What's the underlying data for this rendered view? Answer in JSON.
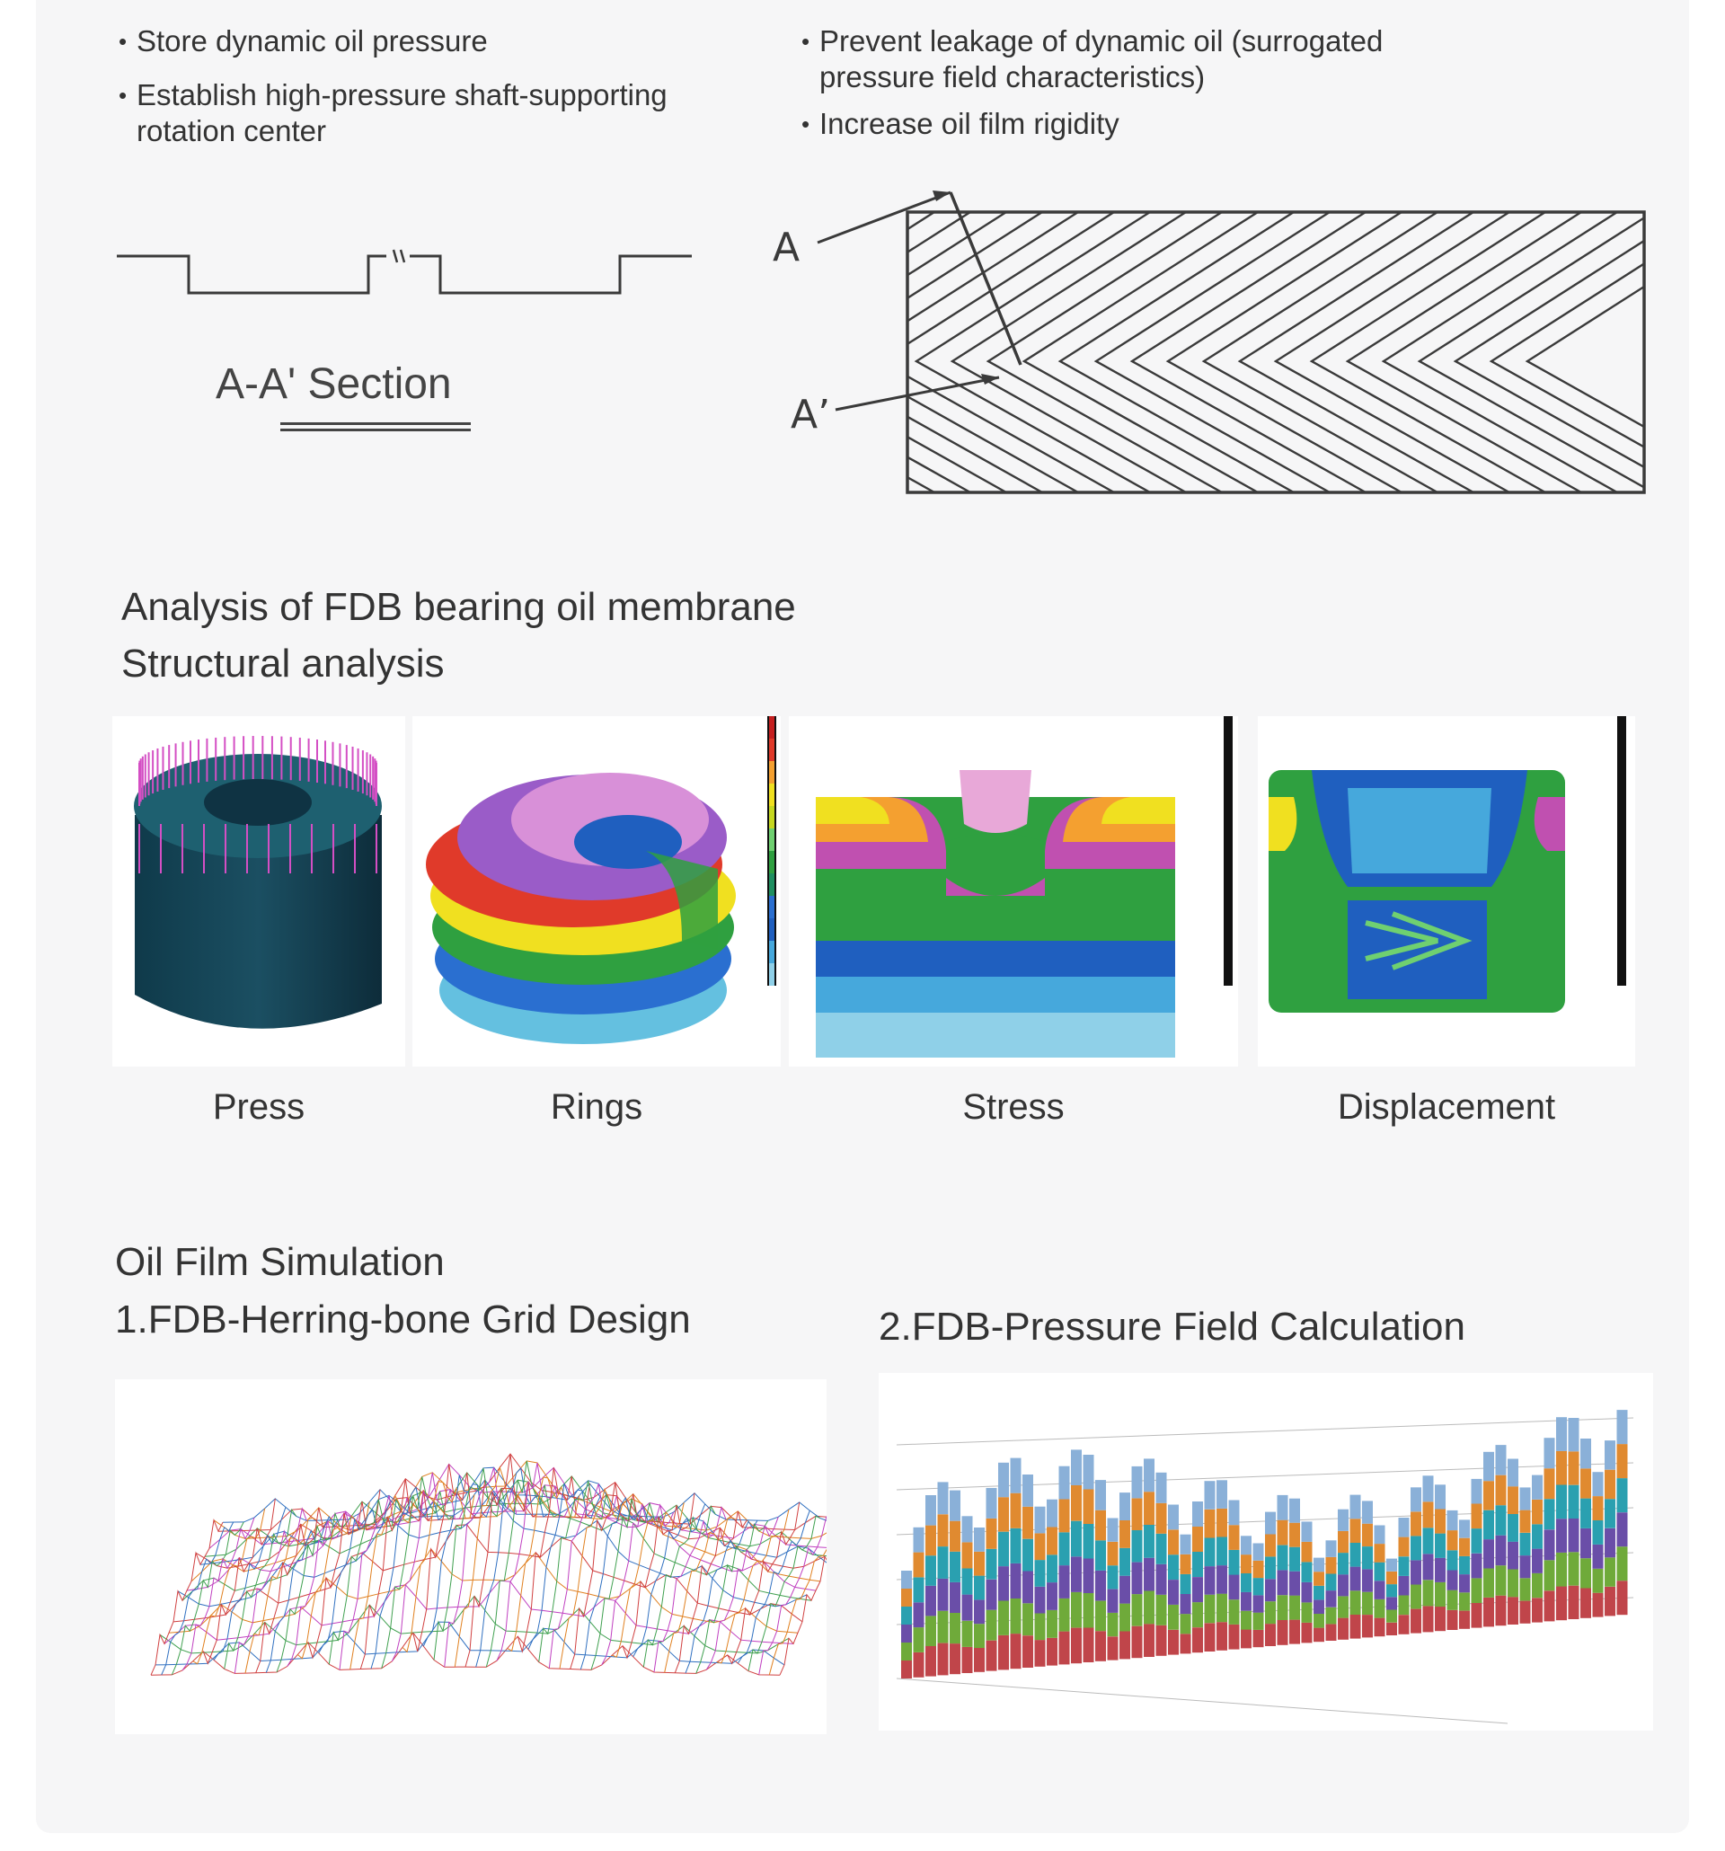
{
  "bullets_left": [
    "Store dynamic oil pressure",
    "Establish high-pressure shaft-supporting rotation center"
  ],
  "bullets_right": [
    "Prevent leakage of dynamic oil (surrogated pressure field characteristics)",
    "Increase oil film rigidity"
  ],
  "diagram": {
    "section_label": "A-A' Section",
    "marker_a": "A",
    "marker_a_prime": "A’"
  },
  "structural": {
    "heading_line1": "Analysis of FDB bearing oil membrane",
    "heading_line2": "Structural analysis",
    "panels": [
      {
        "label": "Press"
      },
      {
        "label": "Rings"
      },
      {
        "label": "Stress"
      },
      {
        "label": "Displacement"
      }
    ]
  },
  "simulation": {
    "heading_line1": "Oil Film Simulation",
    "heading_line2": "1.FDB-Herring-bone Grid Design",
    "right_heading": "2.FDB-Pressure Field Calculation"
  },
  "colors": {
    "background": "#f6f6f7",
    "text": "#333333",
    "line": "#3a3a3a"
  }
}
